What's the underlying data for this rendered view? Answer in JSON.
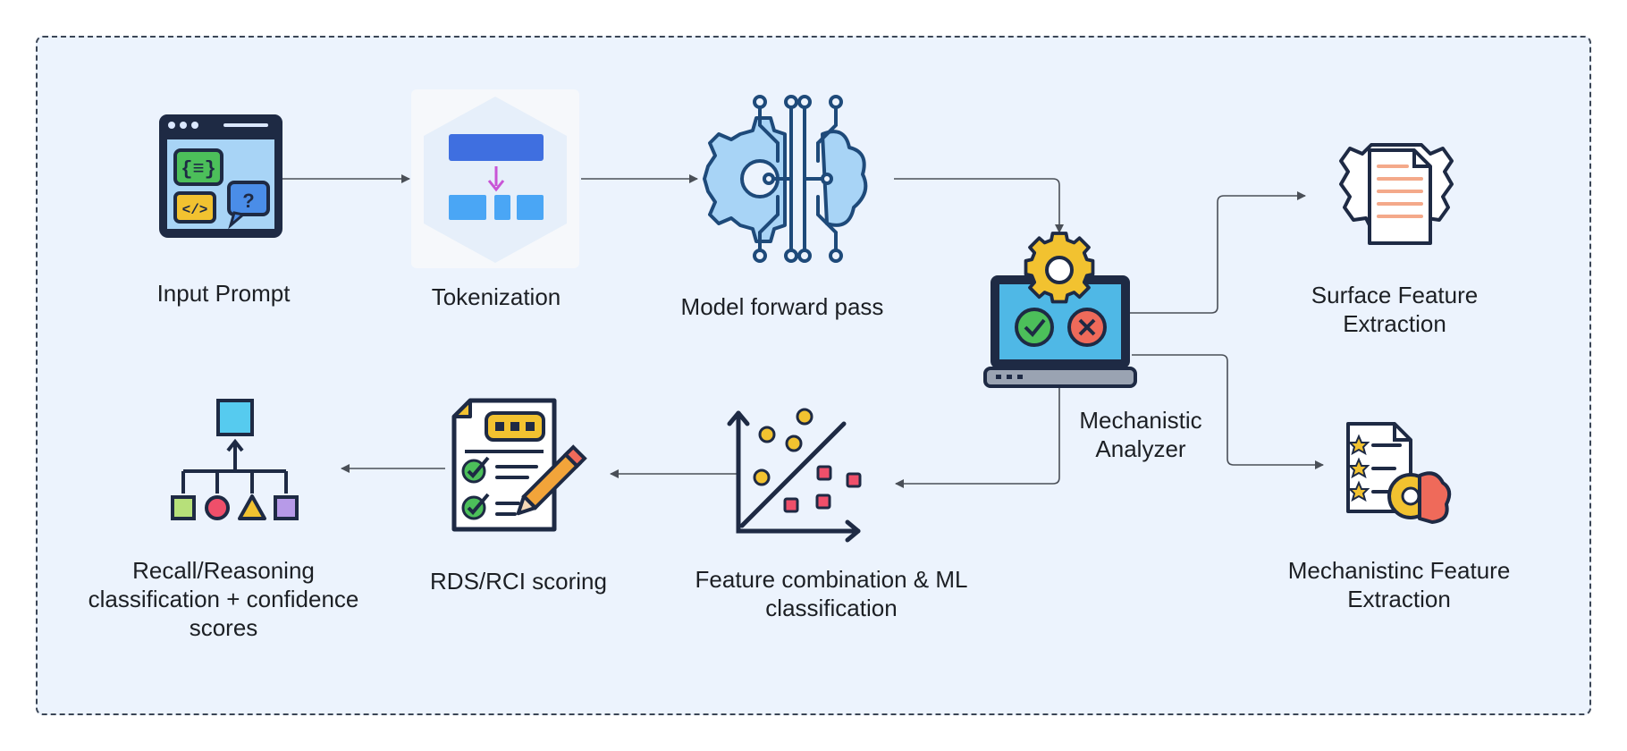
{
  "nodes": {
    "input_prompt": "Input Prompt",
    "tokenization": "Tokenization",
    "model_forward_pass": "Model forward pass",
    "mechanistic_analyzer": "Mechanistic\nAnalyzer",
    "surface_feature_extraction": "Surface Feature\nExtraction",
    "mechanistic_feature_extraction": "Mechanistinc Feature\nExtraction",
    "feature_combination": "Feature combination & ML\nclassification",
    "rds_rci_scoring": "RDS/RCI scoring",
    "recall_reasoning": "Recall/Reasoning\nclassification + confidence\nscores"
  },
  "icons": {
    "input_prompt": "browser-chat-icon",
    "tokenization": "token-split-icon",
    "model_forward_pass": "gear-brain-circuit-icon",
    "mechanistic_analyzer": "laptop-gear-check-icon",
    "surface_feature_extraction": "document-gear-icon",
    "mechanistic_feature_extraction": "checklist-brain-gear-icon",
    "feature_combination": "scatter-classification-icon",
    "rds_rci_scoring": "scoring-clipboard-icon",
    "recall_reasoning": "hierarchy-shapes-icon"
  },
  "colors": {
    "background": "#ecf3fd",
    "border": "#3b4656",
    "arrow": "#4a4f57",
    "token_dark": "#3f6fe0",
    "token_light": "#4aa6f5",
    "token_arrow": "#c855d6"
  }
}
